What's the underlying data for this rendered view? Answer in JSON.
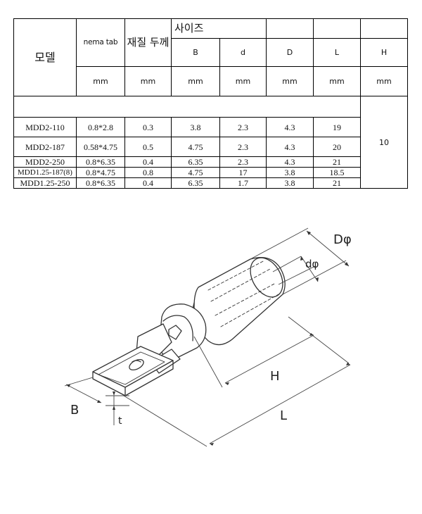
{
  "table": {
    "header": {
      "model": "모델",
      "nema_tab": "nema tab",
      "material_thickness": "재질 두께",
      "size": "사이즈",
      "cols": [
        "B",
        "d",
        "D",
        "L",
        "H"
      ],
      "unit": "mm"
    },
    "rows": [
      {
        "model": "MDD2-110",
        "tab": "0.8*2.8",
        "t": "0.3",
        "B": "3.8",
        "d": "2.3",
        "D": "4.3",
        "L": "19"
      },
      {
        "model": "MDD2-187",
        "tab": "0.58*4.75",
        "t": "0.5",
        "B": "4.75",
        "d": "2.3",
        "D": "4.3",
        "L": "20"
      },
      {
        "model": "MDD2-250",
        "tab": "0.8*6.35",
        "t": "0.4",
        "B": "6.35",
        "d": "2.3",
        "D": "4.3",
        "L": "21"
      },
      {
        "model": "MDD1.25-187(8)",
        "tab": "0.8*4.75",
        "t": "0.8",
        "B": "4.75",
        "d": "17",
        "D": "3.8",
        "L": "18.5"
      },
      {
        "model": "MDD1.25-250",
        "tab": "0.8*6.35",
        "t": "0.4",
        "B": "6.35",
        "d": "1.7",
        "D": "3.8",
        "L": "21"
      }
    ],
    "H_value": "10"
  },
  "drawing": {
    "labels": {
      "D": "Dφ",
      "d": "dφ",
      "H": "H",
      "L": "L",
      "B": "B",
      "t": "t"
    }
  }
}
